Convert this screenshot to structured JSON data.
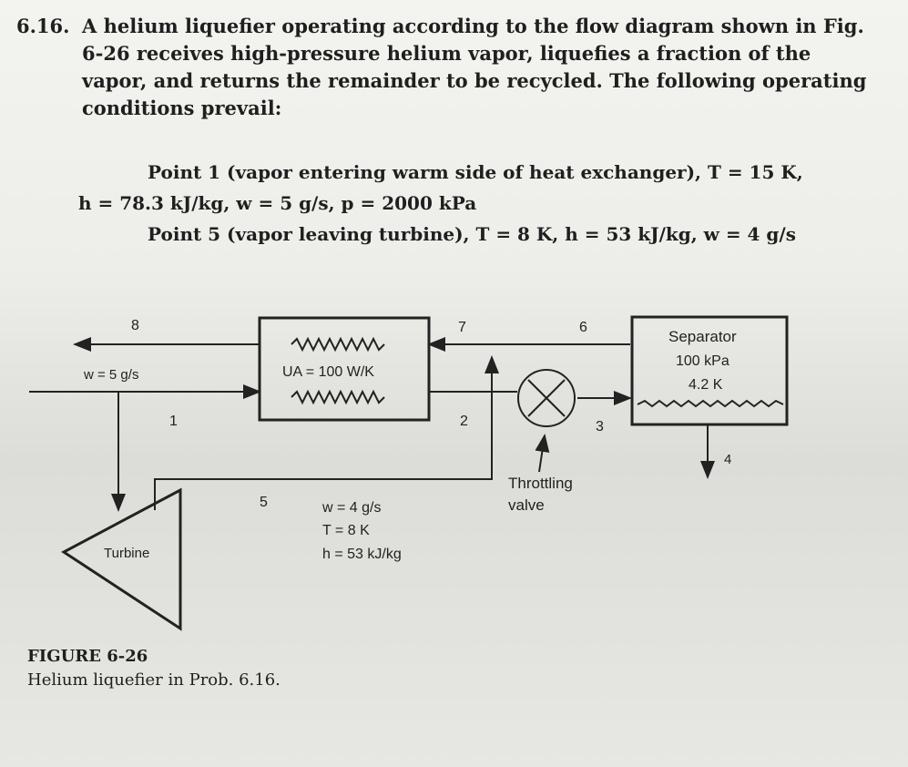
{
  "problem": {
    "number": "6.16.",
    "text": "A helium liquefier operating according to the flow diagram shown in Fig. 6-26 receives high-pressure helium vapor, liquefies a fraction of the vapor, and returns the remainder to be recycled. The following operating conditions prevail:"
  },
  "conditions": {
    "point1_line1": "Point 1 (vapor entering warm side of heat exchanger), T = 15 K,",
    "point1_line2": "h = 78.3 kJ/kg, w = 5 g/s, p = 2000 kPa",
    "point5": "Point 5 (vapor leaving turbine), T = 8 K, h = 53 kJ/kg, w = 4 g/s"
  },
  "diagram": {
    "labels": {
      "p1": "1",
      "p2": "2",
      "p3": "3",
      "p4": "4",
      "p5": "5",
      "p6": "6",
      "p7": "7",
      "p8": "8"
    },
    "flow_w": "w = 5 g/s",
    "hx_label": "UA = 100 W/K",
    "separator": [
      "Separator",
      "100 kPa",
      "4.2 K"
    ],
    "turbine": "Turbine",
    "throttle": [
      "Throttling",
      "valve"
    ],
    "turbine_out": [
      "w = 4 g/s",
      "T = 8 K",
      "h = 53 kJ/kg"
    ]
  },
  "caption": {
    "figure": "FIGURE 6-26",
    "title": "Helium liquefier in Prob. 6.16."
  }
}
